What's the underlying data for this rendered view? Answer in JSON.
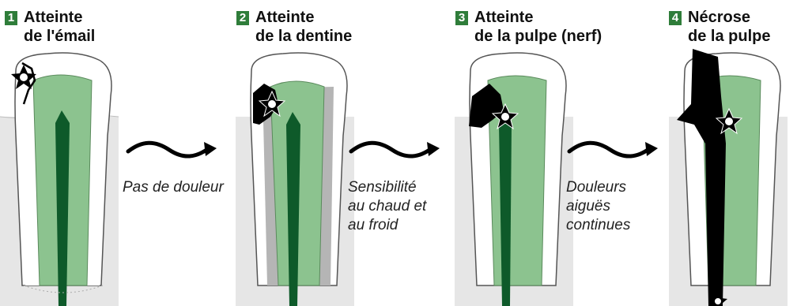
{
  "colors": {
    "step_badge": "#2f7d3a",
    "pulp": "#8cc38f",
    "nerve": "#0e5a2a",
    "dentin_affected": "#b5b5b5",
    "bone": "#e6e6e6",
    "decay": "#000000"
  },
  "steps": [
    {
      "number": "1",
      "title": "Atteinte\nde l'émail"
    },
    {
      "number": "2",
      "title": "Atteinte\nde la dentine"
    },
    {
      "number": "3",
      "title": "Atteinte\nde la pulpe (nerf)"
    },
    {
      "number": "4",
      "title": "Nécrose\nde la pulpe"
    }
  ],
  "transitions": [
    {
      "caption": "Pas de douleur"
    },
    {
      "caption": "Sensibilité\nau chaud et\nau froid"
    },
    {
      "caption": "Douleurs\naiguës\ncontinues"
    }
  ],
  "icons": {
    "pain": "star-burst-icon",
    "arrow": "wavy-arrow-icon"
  }
}
